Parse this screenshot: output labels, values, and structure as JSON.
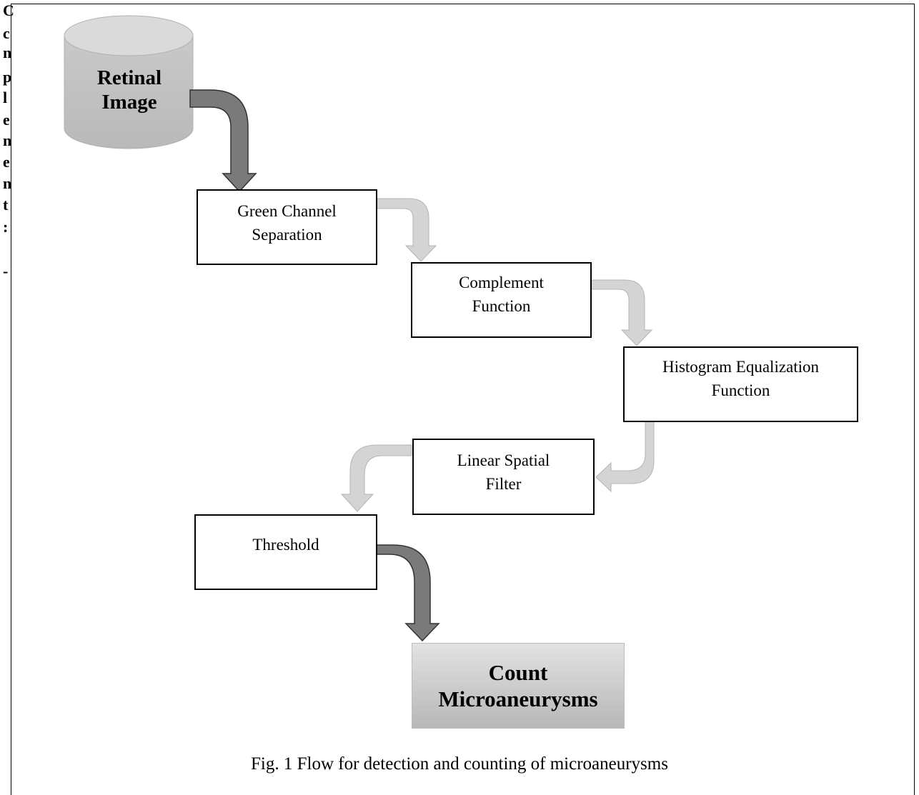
{
  "margin_fragments": [
    "C",
    "c",
    "n",
    "p",
    "l",
    "e",
    "n",
    "e",
    "n",
    "t",
    ":",
    "-"
  ],
  "source": {
    "label": "Retinal\nImage"
  },
  "steps": [
    {
      "label": "Green Channel\nSeparation"
    },
    {
      "label": "Complement\nFunction"
    },
    {
      "label": "Histogram Equalization\nFunction"
    },
    {
      "label": "Linear Spatial\nFilter"
    },
    {
      "label": "Threshold"
    }
  ],
  "result": {
    "label": "Count\nMicroaneurysms"
  },
  "caption": "Fig. 1 Flow for detection and counting of microaneurysms",
  "colors": {
    "dark_arrow": "#7a7a7a",
    "light_arrow": "#cfcfcf",
    "cylinder": "#c4c4c4",
    "result_box": "#c8c8c8"
  }
}
